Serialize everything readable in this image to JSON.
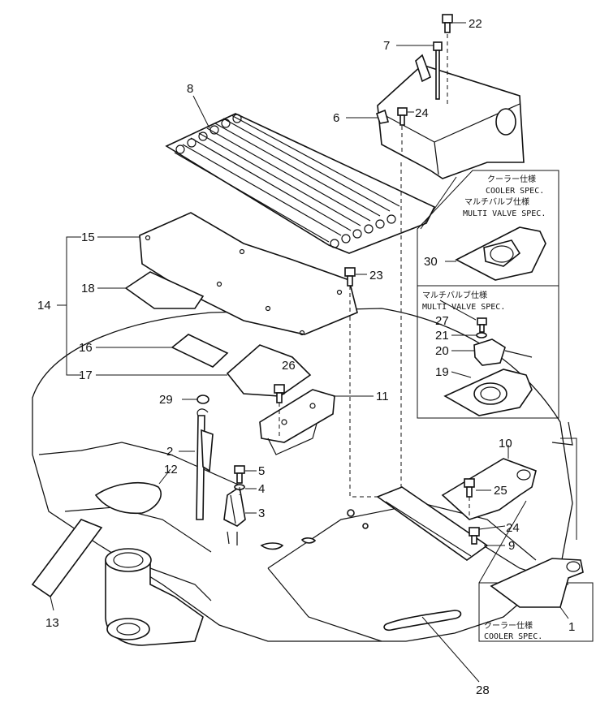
{
  "callouts": {
    "n1": "1",
    "n2": "2",
    "n3": "3",
    "n4": "4",
    "n5": "5",
    "n6": "6",
    "n7": "7",
    "n8": "8",
    "n9": "9",
    "n10": "10",
    "n11": "11",
    "n12": "12",
    "n13": "13",
    "n14": "14",
    "n15": "15",
    "n16": "16",
    "n17": "17",
    "n18": "18",
    "n19": "19",
    "n20": "20",
    "n21": "21",
    "n22": "22",
    "n23": "23",
    "n24a": "24",
    "n24b": "24",
    "n25": "25",
    "n26": "26",
    "n27": "27",
    "n28": "28",
    "n29": "29",
    "n30": "30"
  },
  "notes": {
    "cooler_jp": "クーラー仕様",
    "cooler_en": "COOLER SPEC.",
    "multi_jp": "マルチバルブ仕様",
    "multi_en": "MULTI VALVE SPEC.",
    "bottom_cooler_jp": "クーラー仕様",
    "bottom_cooler_en": "COOLER SPEC."
  }
}
